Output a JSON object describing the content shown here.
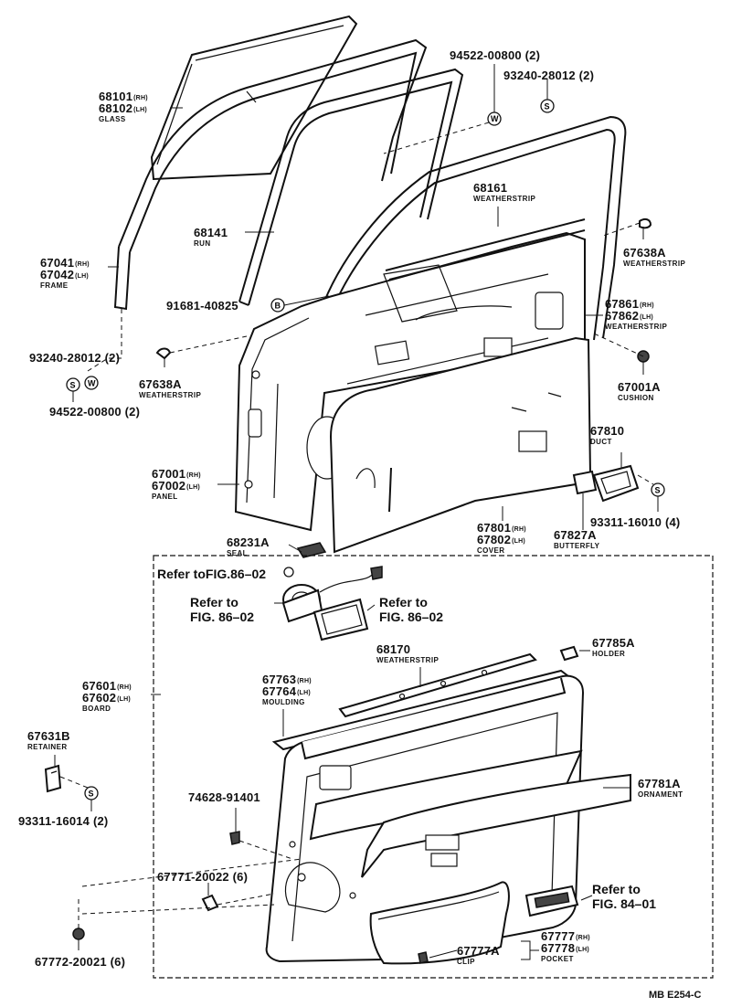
{
  "parts": {
    "glass": {
      "pn1": "68101",
      "s1": "(RH)",
      "pn2": "68102",
      "s2": "(LH)",
      "name": "GLASS"
    },
    "run": {
      "pn": "68141",
      "name": "RUN"
    },
    "frame": {
      "pn1": "67041",
      "s1": "(RH)",
      "pn2": "67042",
      "s2": "(LH)",
      "name": "FRAME"
    },
    "bolt_w_top": {
      "pn": "94522-00800",
      "qty": "(2)"
    },
    "screw_s_top": {
      "pn": "93240-28012",
      "qty": "(2)"
    },
    "weatherstrip_68161": {
      "pn": "68161",
      "name": "WEATHERSTRIP"
    },
    "weatherstrip_67638_right": {
      "pn": "67638A",
      "name": "WEATHERSTRIP"
    },
    "bolt_b": {
      "pn": "91681-40825"
    },
    "weatherstrip_67861": {
      "pn1": "67861",
      "s1": "(RH)",
      "pn2": "67862",
      "s2": "(LH)",
      "name": "WEATHERSTRIP"
    },
    "screw_s_left": {
      "pn": "93240-28012",
      "qty": "(2)"
    },
    "weatherstrip_67638_left": {
      "pn": "67638A",
      "name": "WEATHERSTRIP"
    },
    "cushion": {
      "pn": "67001A",
      "name": "CUSHION"
    },
    "bolt_w_left": {
      "pn": "94522-00800",
      "qty": "(2)"
    },
    "duct": {
      "pn": "67810",
      "name": "DUCT"
    },
    "panel": {
      "pn1": "67001",
      "s1": "(RH)",
      "pn2": "67002",
      "s2": "(LH)",
      "name": "PANEL"
    },
    "screw_16010": {
      "pn": "93311-16010",
      "qty": "(4)"
    },
    "cover": {
      "pn1": "67801",
      "s1": "(RH)",
      "pn2": "67802",
      "s2": "(LH)",
      "name": "COVER"
    },
    "butterfly": {
      "pn": "67827A",
      "name": "BUTTERFLY"
    },
    "seal": {
      "pn": "68231A",
      "name": "SEAL"
    },
    "weatherstrip_68170": {
      "pn": "68170",
      "name": "WEATHERSTRIP"
    },
    "holder": {
      "pn": "67785A",
      "name": "HOLDER"
    },
    "board": {
      "pn1": "67601",
      "s1": "(RH)",
      "pn2": "67602",
      "s2": "(LH)",
      "name": "BOARD"
    },
    "moulding": {
      "pn1": "67763",
      "s1": "(RH)",
      "pn2": "67764",
      "s2": "(LH)",
      "name": "MOULDING"
    },
    "retainer": {
      "pn": "67631B",
      "name": "RETAINER"
    },
    "screw_16014": {
      "pn": "93311-16014",
      "qty": "(2)"
    },
    "part_74628": {
      "pn": "74628-91401"
    },
    "ornament": {
      "pn": "67781A",
      "name": "ORNAMENT"
    },
    "part_67771": {
      "pn": "67771-20022",
      "qty": "(6)"
    },
    "part_67772": {
      "pn": "67772-20021",
      "qty": "(6)"
    },
    "clip": {
      "pn": "67777A",
      "name": "CLIP"
    },
    "pocket": {
      "pn1": "67777",
      "s1": "(RH)",
      "pn2": "67778",
      "s2": "(LH)",
      "name": "POCKET"
    }
  },
  "refs": {
    "fig_86_02_box": "Refer toFIG.86–02",
    "refer_to": "Refer to",
    "fig_86_02": "FIG. 86–02",
    "fig_84_01": "FIG. 84–01"
  },
  "symbols": {
    "w": "W",
    "s": "S",
    "b": "B"
  },
  "diagram_code": "MB E254-C"
}
